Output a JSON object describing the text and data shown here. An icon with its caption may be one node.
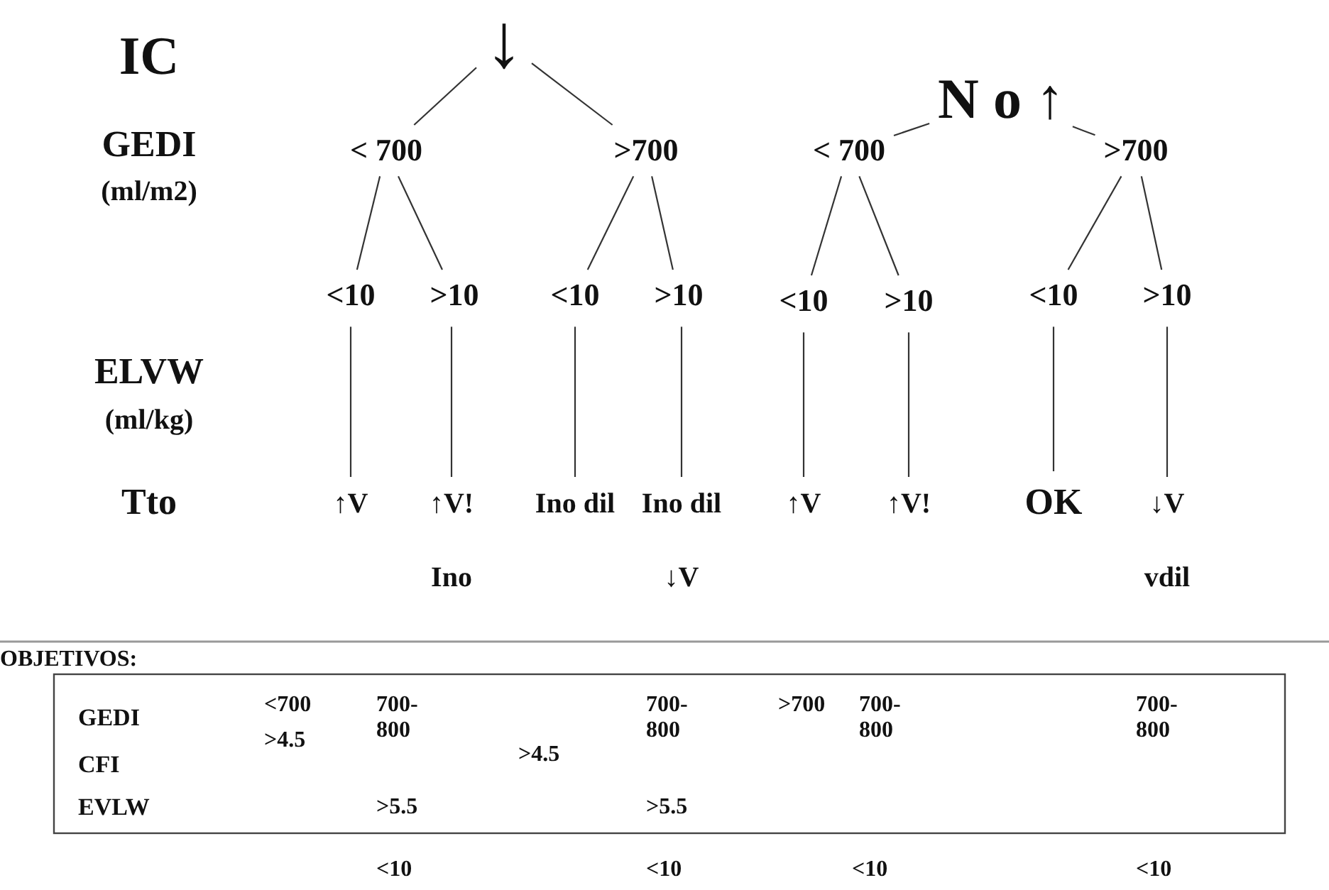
{
  "diagram": {
    "nodes": [
      {
        "text": [
          "↓"
        ]
      },
      {
        "text": [
          "N o ↑"
        ]
      },
      {
        "text": [
          "< 700"
        ]
      },
      {
        "text": [
          ">700"
        ]
      },
      {
        "text": [
          "< 700"
        ]
      },
      {
        "text": [
          ">700"
        ]
      },
      {
        "text": [
          "<10"
        ]
      },
      {
        "text": [
          ">10"
        ]
      },
      {
        "text": [
          "<10"
        ]
      },
      {
        "text": [
          ">10"
        ]
      },
      {
        "text": [
          "<10"
        ]
      },
      {
        "text": [
          ">10"
        ]
      },
      {
        "text": [
          "<10"
        ]
      },
      {
        "text": [
          ">10"
        ]
      },
      {
        "text": [
          "↑V"
        ]
      },
      {
        "text": [
          "↑V!",
          "Ino"
        ]
      },
      {
        "text": [
          "Ino dil"
        ]
      },
      {
        "text": [
          "Ino dil",
          "↓V"
        ]
      },
      {
        "text": [
          "↑V"
        ]
      },
      {
        "text": [
          "↑V!"
        ]
      },
      {
        "text": [
          "OK"
        ]
      },
      {
        "text": [
          "↓V",
          "vdil"
        ]
      }
    ],
    "edges": [
      {
        "from": 0,
        "to": 2,
        "arrow": "none"
      },
      {
        "from": 0,
        "to": 3,
        "arrow": "none"
      },
      {
        "from": 1,
        "to": 4,
        "arrow": "none"
      },
      {
        "from": 1,
        "to": 5,
        "arrow": "none"
      },
      {
        "from": 2,
        "to": 6,
        "arrow": "none"
      },
      {
        "from": 2,
        "to": 7,
        "arrow": "none"
      },
      {
        "from": 3,
        "to": 8,
        "arrow": "none"
      },
      {
        "from": 3,
        "to": 9,
        "arrow": "none"
      },
      {
        "from": 4,
        "to": 10,
        "arrow": "none"
      },
      {
        "from": 4,
        "to": 11,
        "arrow": "none"
      },
      {
        "from": 5,
        "to": 12,
        "arrow": "none"
      },
      {
        "from": 5,
        "to": 13,
        "arrow": "none"
      },
      {
        "from": 6,
        "to": 14,
        "arrow": "none"
      },
      {
        "from": 7,
        "to": 15,
        "arrow": "none"
      },
      {
        "from": 8,
        "to": 16,
        "arrow": "none"
      },
      {
        "from": 9,
        "to": 17,
        "arrow": "none"
      },
      {
        "from": 10,
        "to": 18,
        "arrow": "none"
      },
      {
        "from": 11,
        "to": 19,
        "arrow": "none"
      },
      {
        "from": 12,
        "to": 20,
        "arrow": "none"
      },
      {
        "from": 13,
        "to": 21,
        "arrow": "none"
      }
    ],
    "labels": [
      "IC",
      "GEDI",
      "(ml/m2)",
      "ELVW",
      "(ml/kg)",
      "Tto",
      "OBJETIVOS:",
      "GEDI",
      "<700",
      "700- 800",
      "700- 800",
      ">700",
      "700- 800",
      "700- 800",
      "CFI",
      ">4.5",
      ">4.5",
      "EVLW",
      ">5.5",
      ">5.5",
      "<10",
      "<10",
      "<10",
      "<10"
    ]
  }
}
